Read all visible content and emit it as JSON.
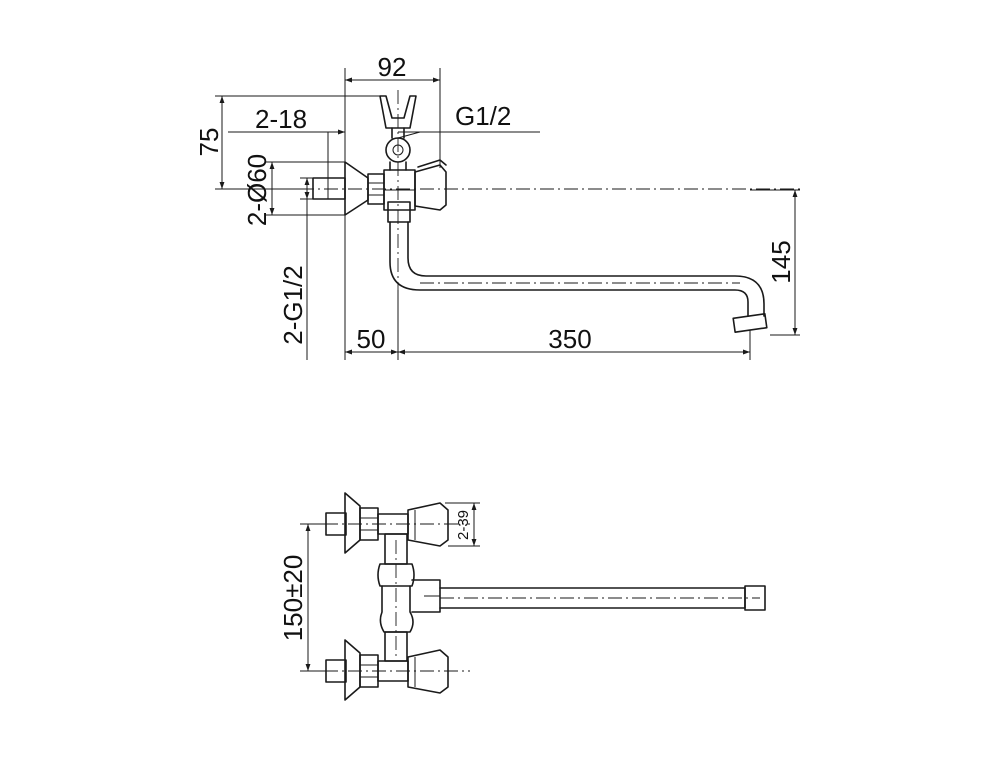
{
  "dimensions": {
    "width_92": "92",
    "g_half": "G1/2",
    "height_75": "75",
    "nuts_2_18": "2-18",
    "flange_2_d60": "2-Ø60",
    "thread_2_g_half": "2-G1/2",
    "offset_50": "50",
    "spout_350": "350",
    "drop_145": "145",
    "handle_2_39": "2-39",
    "centers_150": "150±20"
  }
}
